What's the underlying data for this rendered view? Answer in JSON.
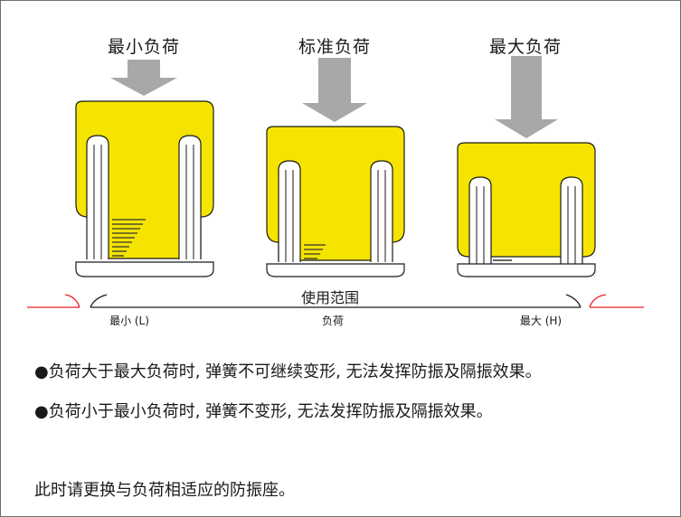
{
  "loads": {
    "min": "最小负荷",
    "standard": "标准负荷",
    "max": "最大负荷"
  },
  "range": {
    "label": "使用范围",
    "min_label": "最小 (L)",
    "mid_label": "负荷",
    "max_label": "最大 (H)"
  },
  "notes": [
    "●负荷大于最大负荷时, 弹簧不可继续变形, 无法发挥防振及隔振效果。",
    "●负荷小于最小负荷时, 弹簧不变形, 无法发挥防振及隔振效果。",
    "此时请更换与负荷相适应的防振座。"
  ],
  "colors": {
    "yellow": "#f5e400",
    "arrow_gray": "#a8a8a8",
    "red": "#e8202a",
    "outline": "#1a1a1a",
    "hatch": "#333333"
  }
}
